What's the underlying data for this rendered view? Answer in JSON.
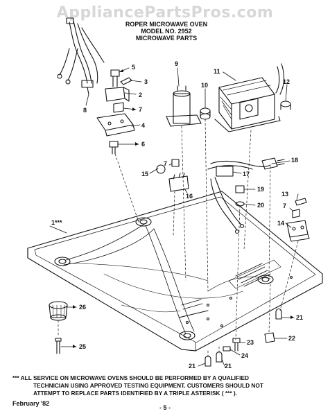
{
  "watermark": "AppliancePartsPros.com",
  "header": {
    "line1": "ROPER MICROWAVE OVEN",
    "line2": "MODEL NO. 2952",
    "line3": "MICROWAVE PARTS"
  },
  "callouts": {
    "c1": "1***",
    "c2": "2",
    "c3": "3",
    "c4": "4",
    "c5": "5",
    "c6": "6",
    "c7a": "7",
    "c7b": "7",
    "c7c": "7",
    "c8": "8",
    "c9": "9",
    "c10": "10",
    "c11": "11",
    "c12": "12",
    "c13": "13",
    "c14": "14",
    "c15": "15",
    "c16": "16",
    "c17": "17",
    "c18": "18",
    "c19": "19",
    "c20": "20",
    "c21a": "21",
    "c21b": "21",
    "c21c": "21",
    "c22": "22",
    "c23": "23",
    "c24": "24",
    "c25": "25",
    "c26": "26"
  },
  "note": {
    "line1": "*** ALL SERVICE ON MICROWAVE OVENS SHOULD BE PERFORMED BY A QUALIFIED",
    "line2": "TECHNICIAN USING APPROVED TESTING EQUIPMENT. CUSTOMERS SHOULD NOT",
    "line3": "ATTEMPT TO REPLACE PARTS IDENTIFIED BY A TRIPLE ASTERISK ( *** )."
  },
  "footer": {
    "date": "February '82",
    "page": "- 5 -"
  }
}
